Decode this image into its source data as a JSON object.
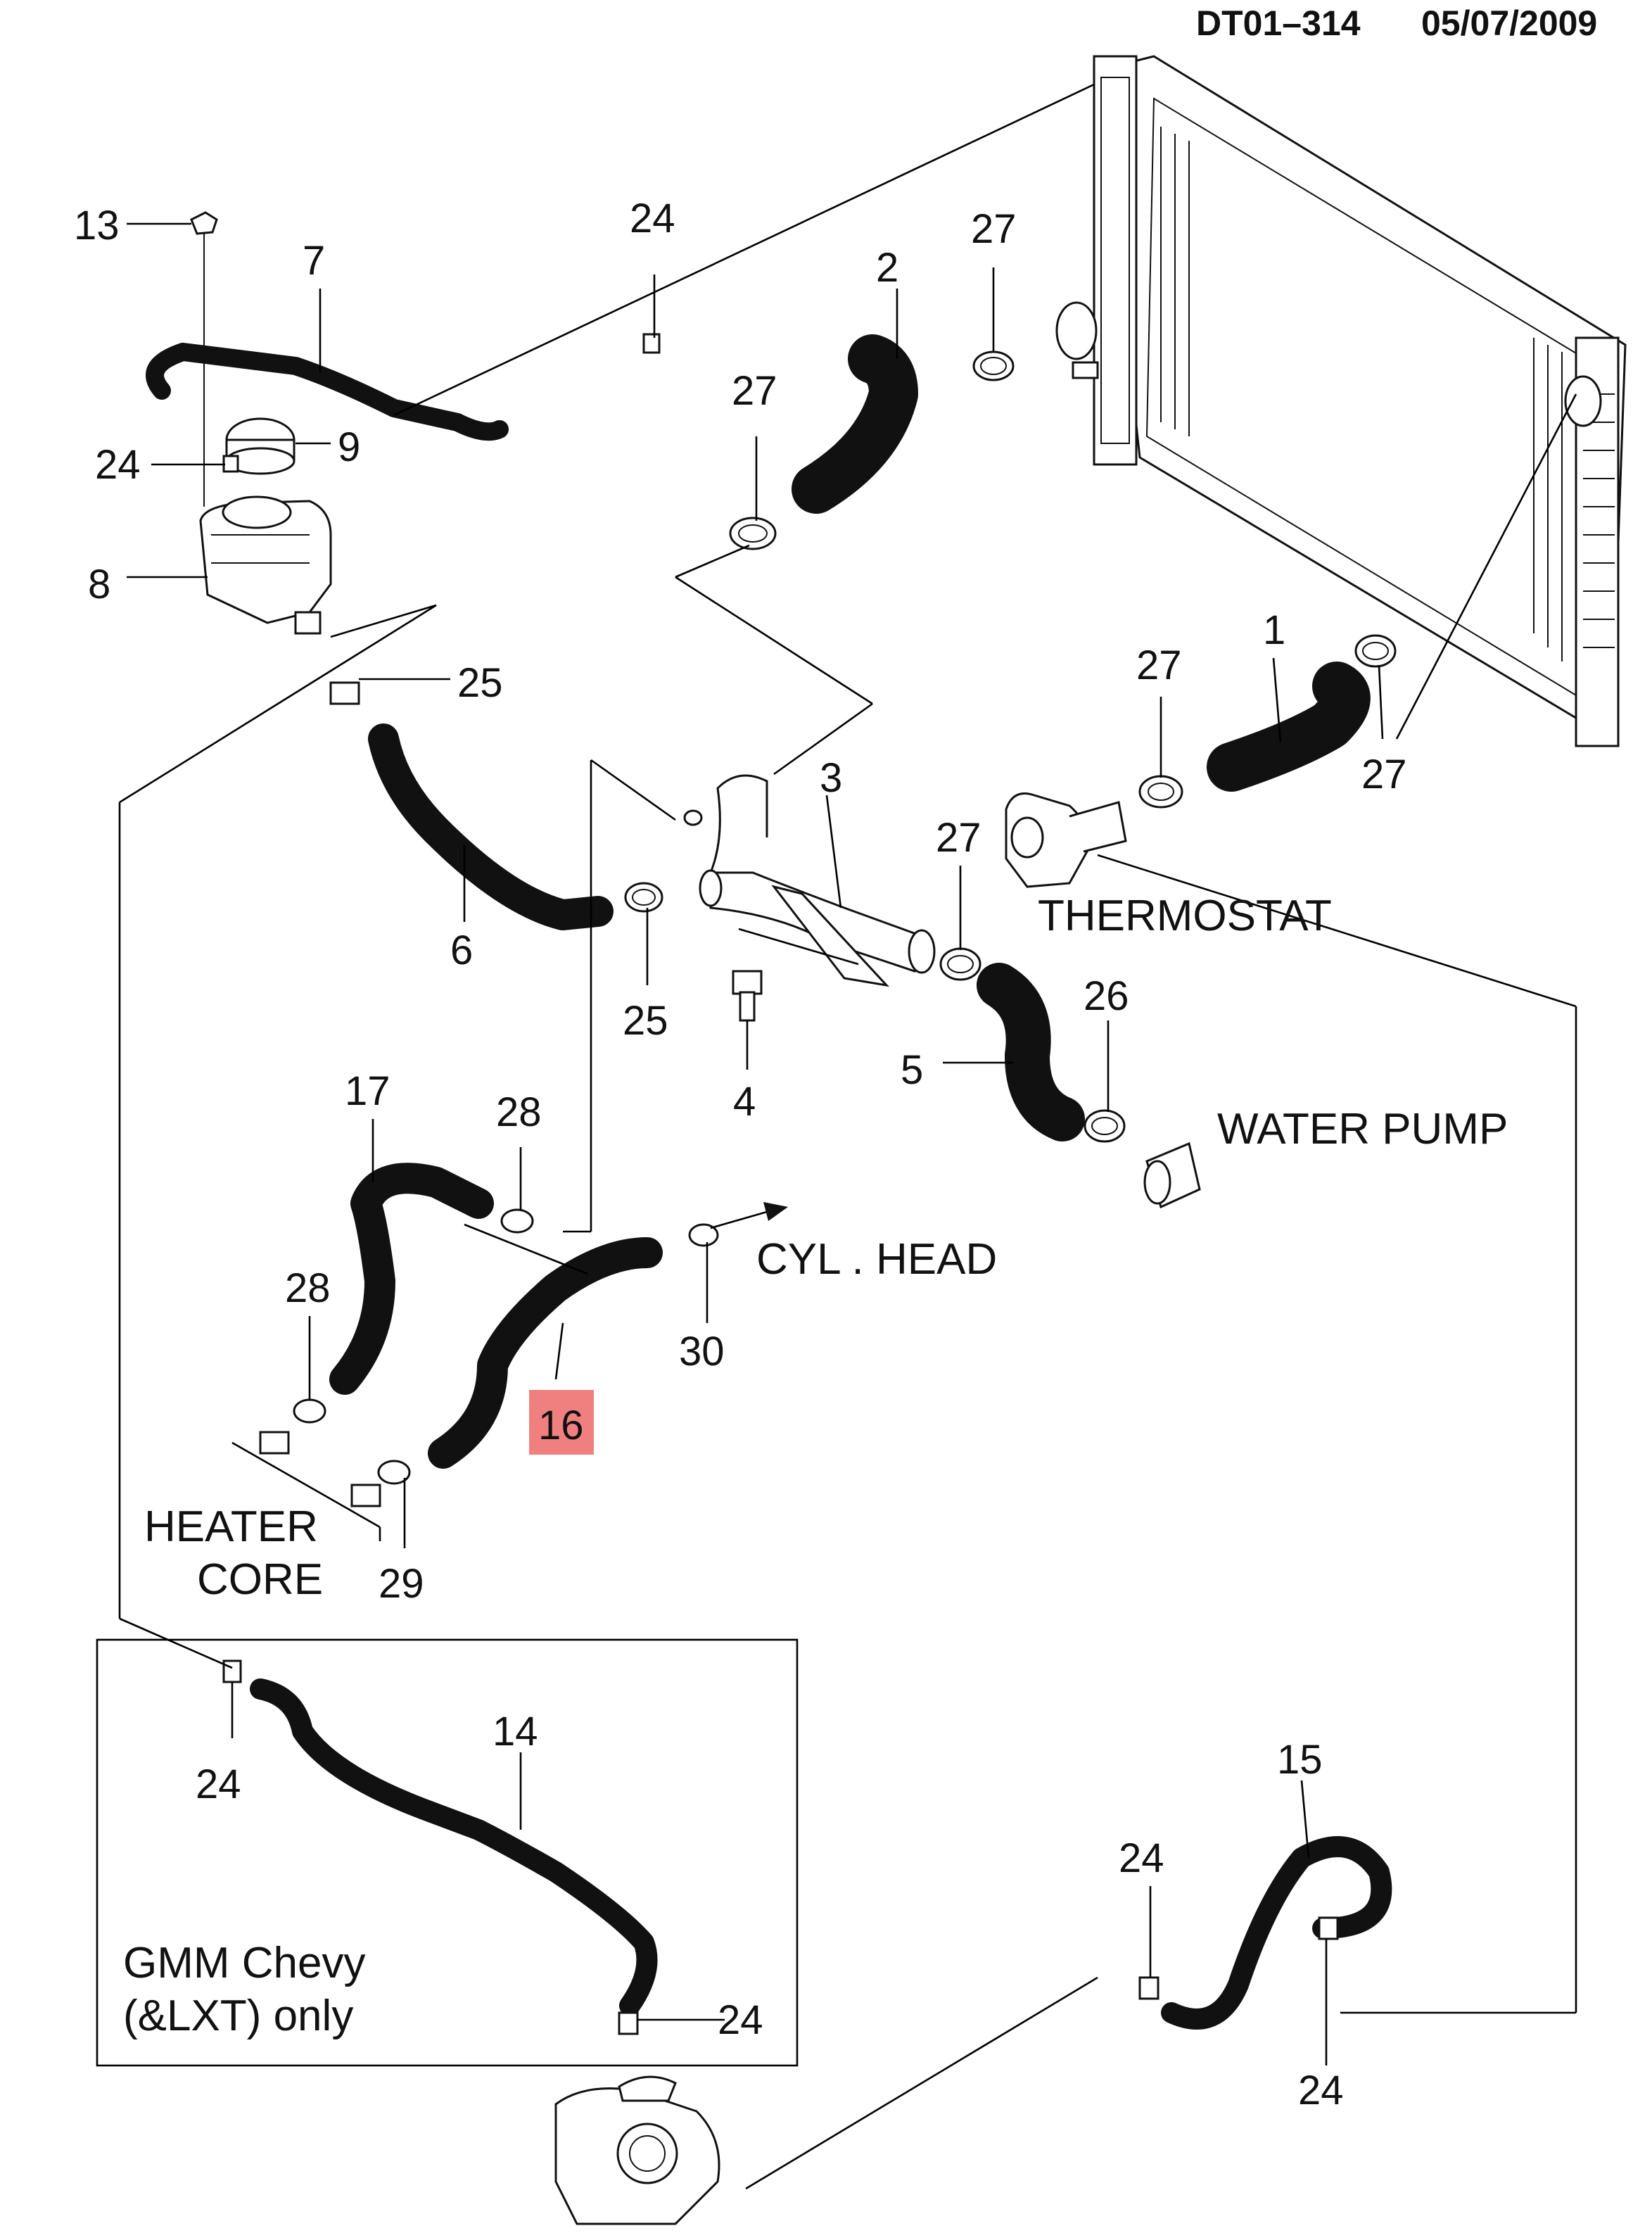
{
  "header": {
    "code": "DT01–314",
    "date": "05/07/2009"
  },
  "callouts": {
    "c13": "13",
    "c7": "7",
    "c24_top": "24",
    "c2": "2",
    "c27_top": "27",
    "c27_left": "27",
    "c24_tank": "24",
    "c9": "9",
    "c8": "8",
    "c25_tank": "25",
    "c1": "1",
    "c27_mid": "27",
    "c27_right": "27",
    "c3": "3",
    "c27_pipe": "27",
    "c6": "6",
    "c25_low": "25",
    "c4": "4",
    "c26": "26",
    "c5": "5",
    "c17": "17",
    "c28_top": "28",
    "c28_left": "28",
    "c30": "30",
    "c16": "16",
    "c29": "29",
    "c14": "14",
    "c24_box_top": "24",
    "c24_box_low": "24",
    "c15": "15",
    "c24_r_top": "24",
    "c24_r_low": "24"
  },
  "labels": {
    "thermostat": "THERMOSTAT",
    "water_pump": "WATER PUMP",
    "cyl_head": "CYL . HEAD",
    "heater_line1": "HEATER",
    "heater_line2": "CORE",
    "gmm_line1": "GMM Chevy",
    "gmm_line2": "(&LXT) only"
  },
  "colors": {
    "highlight": "#f08080",
    "ink": "#111111"
  }
}
